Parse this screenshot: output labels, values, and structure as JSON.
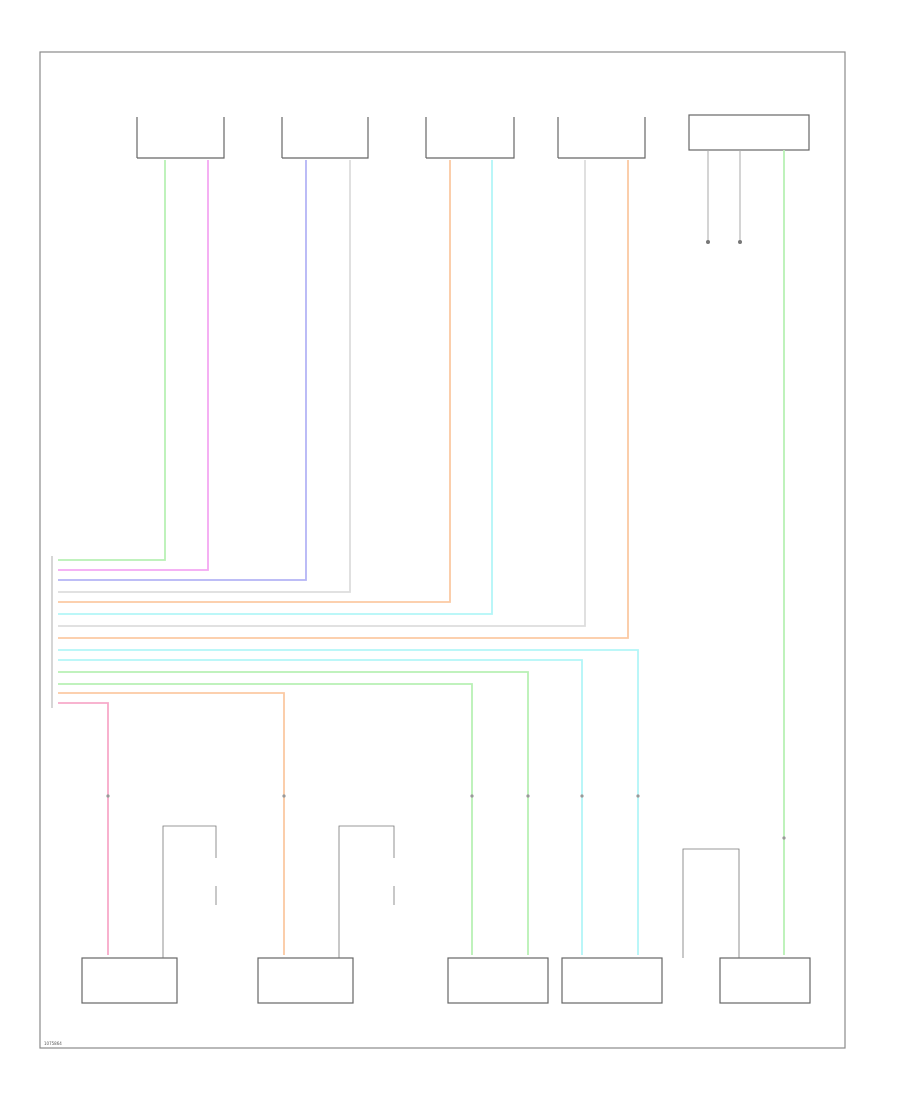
{
  "diagram": {
    "footer_code": "1075864",
    "page_color": "#ffffff",
    "frame_color": "#8a8a8a",
    "wire_colors": {
      "green": "#b8f0b4",
      "blue": "#b4b4f5",
      "magenta": "#f4a8f2",
      "cyan": "#b2f6f8",
      "orange": "#fbc9a2",
      "pink": "#f7a9c9",
      "white": "#dddddd"
    },
    "bus_wires": [
      "green",
      "blue",
      "magenta",
      "green",
      "cyan",
      "cyan",
      "white",
      "orange",
      "cyan",
      "green",
      "green",
      "green",
      "orange",
      "pink"
    ]
  }
}
